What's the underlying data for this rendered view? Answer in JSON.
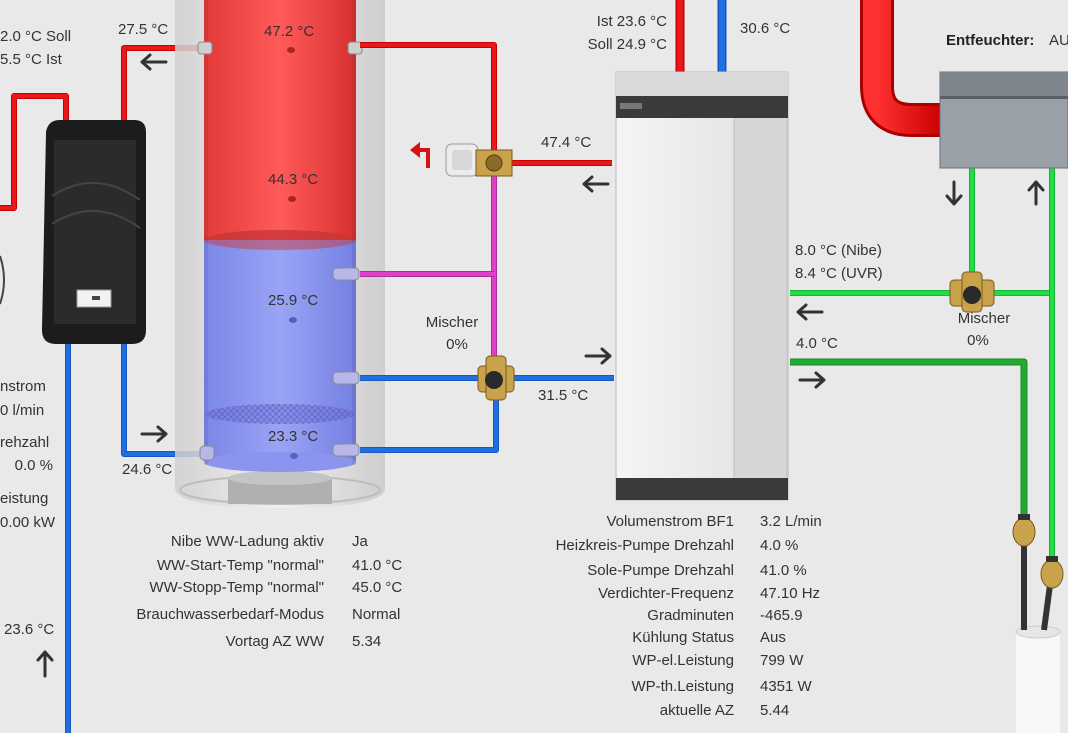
{
  "left_panel": {
    "temp_soll": "2.0 °C Soll",
    "temp_ist": "5.5 °C Ist",
    "volumenstrom_label": "nstrom",
    "volumenstrom_value": "0 l/min",
    "drehzahl_label": "rehzahl",
    "drehzahl_value": "0.0 %",
    "leistung_label": "eistung",
    "leistung_value": "0.00 kW",
    "return_temp": "23.6 °C"
  },
  "storage": {
    "outlet_temp": "27.5 °C",
    "inlet_temp": "24.6 °C",
    "sensor_top": "47.2 °C",
    "sensor_upper": "44.3 °C",
    "sensor_middle": "25.9 °C",
    "sensor_bottom": "23.3 °C"
  },
  "valve": {
    "supply_temp": "47.4 °C",
    "mixer_label": "Mischer",
    "mixer_value": "0%",
    "return_temp": "31.5 °C"
  },
  "heat_pump": {
    "ist": "Ist 23.6 °C",
    "soll": "Soll 24.9 °C",
    "top_temp": "30.6 °C",
    "brine_temp_nibe": "8.0 °C (Nibe)",
    "brine_temp_uvr": "8.4 °C (UVR)",
    "brine_out_temp": "4.0 °C"
  },
  "dehumidifier": {
    "label": "Entfeuchter:",
    "value": "AU",
    "mixer_label": "Mischer",
    "mixer_value": "0%"
  },
  "ww_table": [
    {
      "label": "Nibe WW-Ladung aktiv",
      "value": "Ja"
    },
    {
      "label": "WW-Start-Temp \"normal\"",
      "value": "41.0 °C"
    },
    {
      "label": "WW-Stopp-Temp \"normal\"",
      "value": "45.0 °C"
    },
    {
      "label": "Brauchwasserbedarf-Modus",
      "value": "Normal"
    },
    {
      "label": "Vortag AZ WW",
      "value": "5.34"
    }
  ],
  "wp_table": [
    {
      "label": "Volumenstrom BF1",
      "value": "3.2 L/min"
    },
    {
      "label": "Heizkreis-Pumpe Drehzahl",
      "value": "4.0 %"
    },
    {
      "label": "Sole-Pumpe Drehzahl",
      "value": "41.0 %"
    },
    {
      "label": "Verdichter-Frequenz",
      "value": "47.10 Hz"
    },
    {
      "label": "Gradminuten",
      "value": "-465.9"
    },
    {
      "label": "Kühlung Status",
      "value": "Aus"
    },
    {
      "label": "WP-el.Leistung",
      "value": "799 W"
    },
    {
      "label": "WP-th.Leistung",
      "value": "4351 W"
    },
    {
      "label": "aktuelle AZ",
      "value": "5.44"
    }
  ],
  "colors": {
    "hot": "#e8181c",
    "cold": "#1f6fe0",
    "mix": "#e040c8",
    "brine": "#22dd44",
    "brine_dark": "#22aa33"
  }
}
